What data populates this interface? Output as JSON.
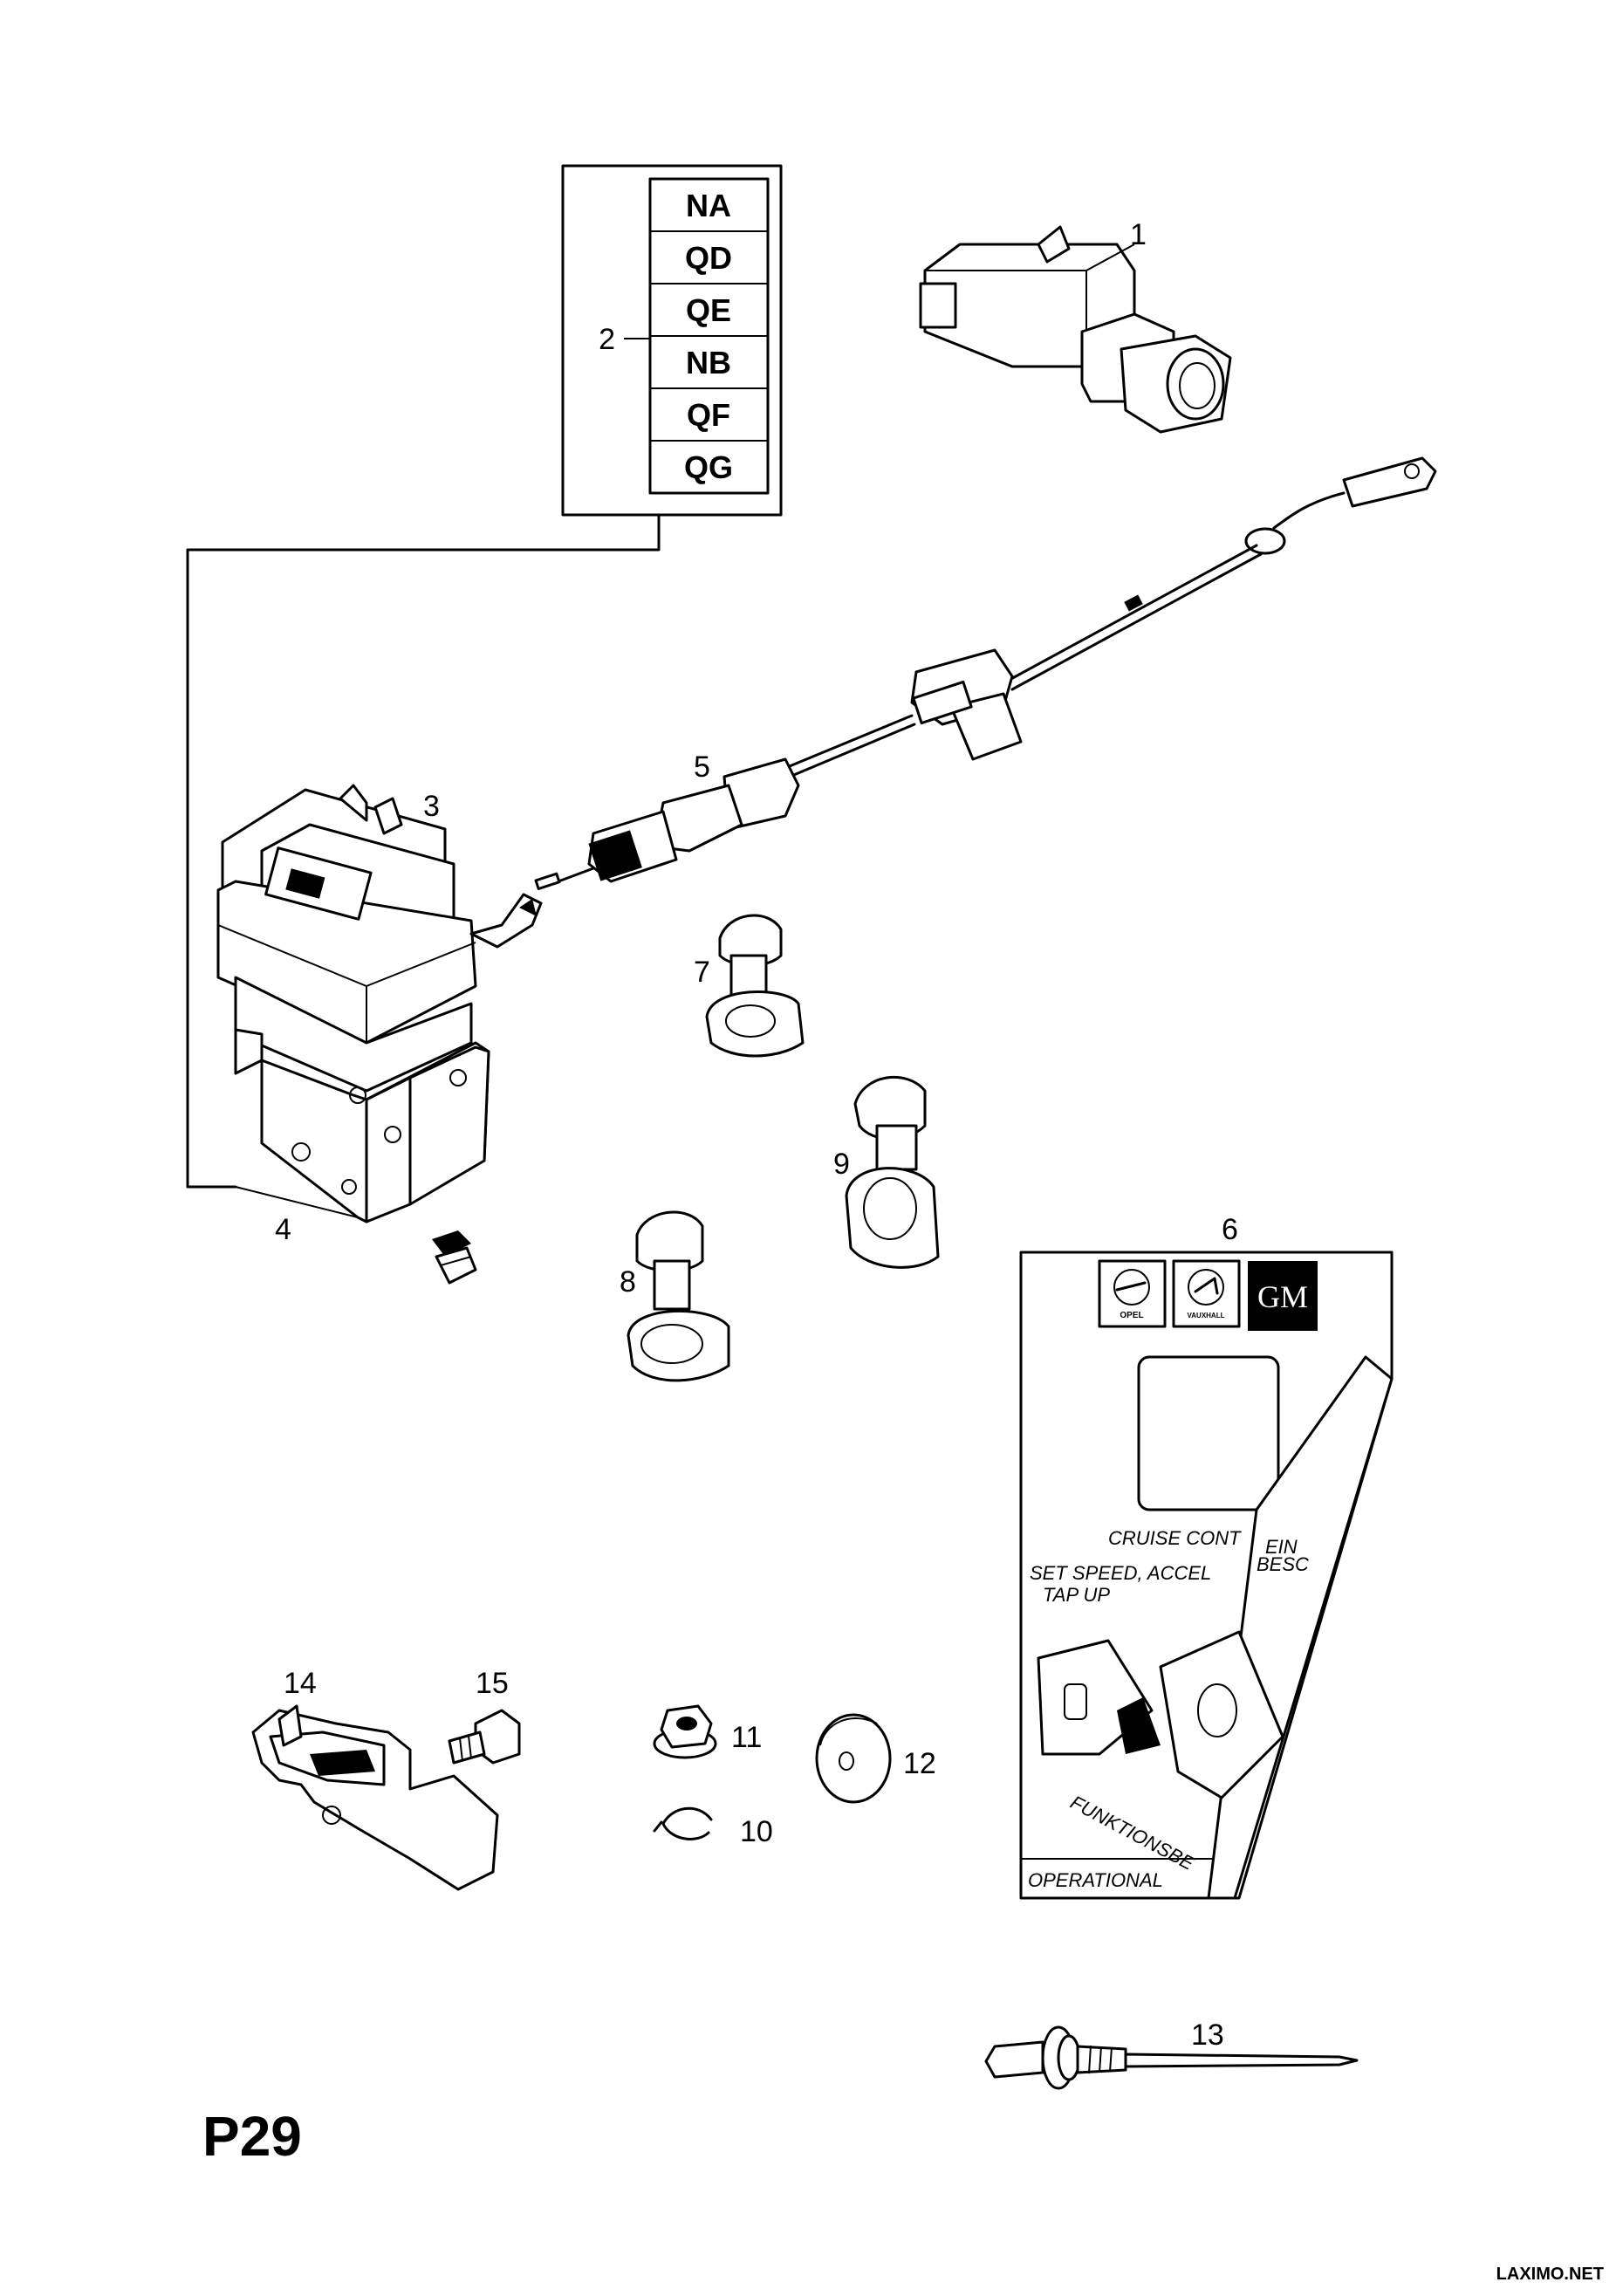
{
  "page_code": "P29",
  "watermark": "LAXIMO.NET",
  "variant_codes": [
    "NA",
    "QD",
    "QE",
    "NB",
    "QF",
    "QG"
  ],
  "callouts": {
    "c1": "1",
    "c2": "2",
    "c3": "3",
    "c4": "4",
    "c5": "5",
    "c6": "6",
    "c7": "7",
    "c8": "8",
    "c9": "9",
    "c10": "10",
    "c11": "11",
    "c12": "12",
    "c13": "13",
    "c14": "14",
    "c15": "15"
  },
  "instruction_card": {
    "logo_gm": "GM",
    "logo_opel": "OPEL",
    "logo_vauxhall": "VAUXHALL",
    "line1": "CRUISE CONT",
    "line2": "SET SPEED, ACCEL",
    "line3": "TAP UP",
    "fold_line1": "EIN",
    "fold_line2": "BESC",
    "fold_bottom": "FUNKTIONSBE",
    "footer": "OPERATIONAL"
  },
  "icons": [
    "brake-switch-icon",
    "cruise-control-unit-icon",
    "bracket-icon",
    "cable-icon",
    "clip-icon",
    "nut-icon",
    "washer-icon",
    "circlip-icon",
    "rivet-icon",
    "lever-icon",
    "bolt-icon",
    "instruction-card-icon"
  ]
}
